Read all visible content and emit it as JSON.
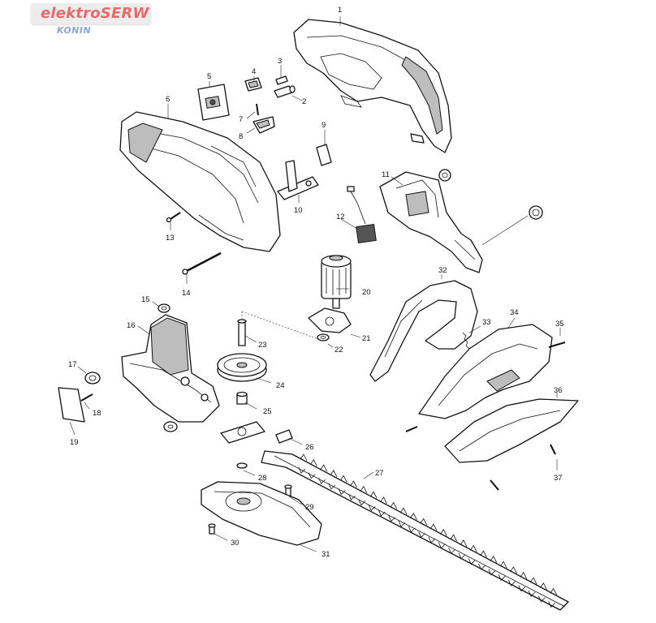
{
  "watermark": {
    "brand": "elektroSERW",
    "city": "KONIN"
  },
  "part_labels": [
    "1",
    "2",
    "3",
    "4",
    "5",
    "6",
    "7",
    "8",
    "9",
    "10",
    "11",
    "12",
    "13",
    "14",
    "15",
    "16",
    "17",
    "18",
    "19",
    "20",
    "21",
    "22",
    "23",
    "24",
    "25",
    "26",
    "27",
    "28",
    "29",
    "30",
    "31",
    "32",
    "33",
    "34",
    "35",
    "36",
    "37"
  ],
  "colors": {
    "line": "#111111",
    "logo_text": "#e76a6a",
    "logo_sub": "#8aa6d4",
    "logo_bg": "#ececec"
  }
}
